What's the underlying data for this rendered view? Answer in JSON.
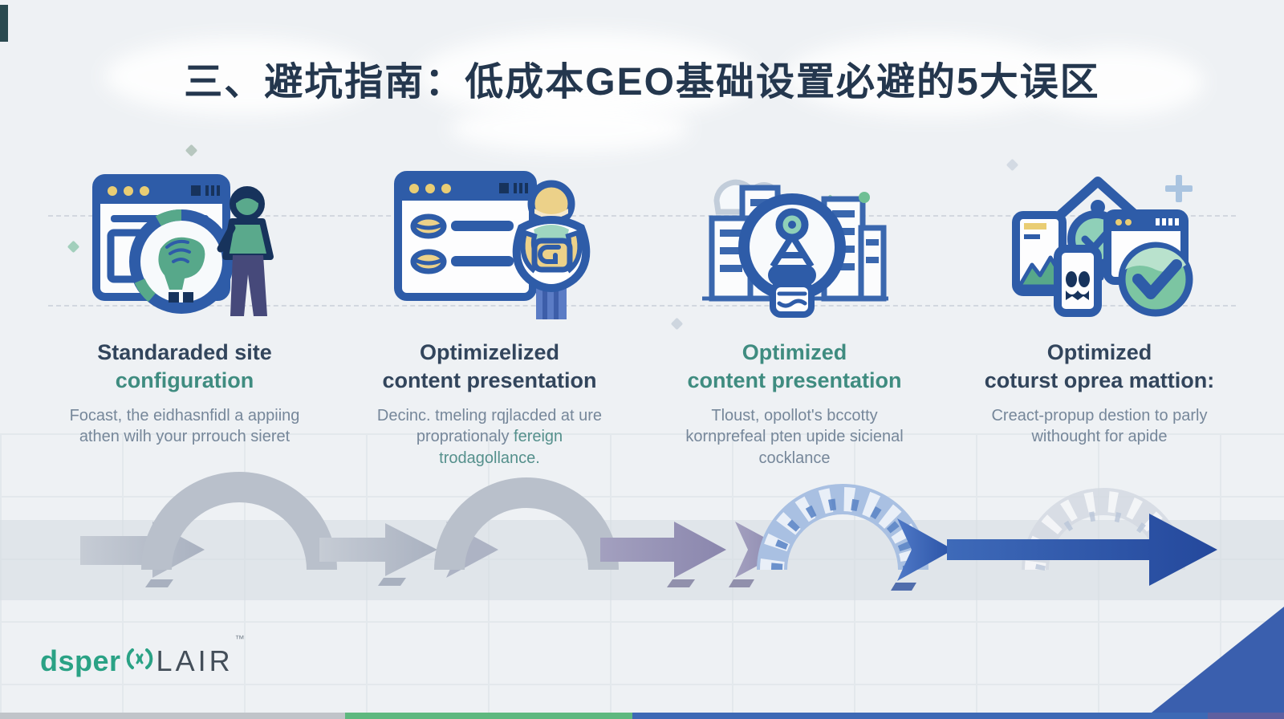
{
  "title": "三、避坑指南：低成本GEO基础设置必避的5大误区",
  "columns": [
    {
      "icon": "browser-globe-person-icon",
      "heading1": "Standaraded site",
      "heading2": "configuration",
      "body1": "Focast, the eidhasnfidl a appiing athen wilh your prrouch sieret",
      "body2": ""
    },
    {
      "icon": "browser-list-person-icon",
      "heading1": "Optimizelized",
      "heading2": "content presentation",
      "body1": "Decinc. tmeling rqjlacded at ure proprationaly ",
      "body2": "fereign trodagollance."
    },
    {
      "icon": "city-antenna-bulb-icon",
      "heading1": "Optimized",
      "heading2": "content presentation",
      "body1": "Tloust, opollot's bccotty kornprefeal pten upide sicienal cocklance",
      "body2": ""
    },
    {
      "icon": "house-devices-check-icon",
      "heading1": "Optimized",
      "heading2": "coturst oprea mattion:",
      "body1": "Creact-propup destion to parly withought for apide",
      "body2": ""
    }
  ],
  "logo": {
    "brand": "dsper",
    "suffix": "LAIR",
    "tm": "™",
    "icon": "circular-arrows-icon"
  },
  "colors": {
    "title_navy": "#24374e",
    "heading_navy": "#32455c",
    "heading_teal": "#3f8c80",
    "body_gray": "#76879a",
    "icon_blue": "#2e5ca8",
    "icon_green": "#57a88a",
    "icon_yellow": "#e9cd74",
    "arrow_gray": "#b9c0cb",
    "arrow_purple": "#8f8cb0",
    "arrow_blue": "#2f55a7",
    "bar_gray": "#c0c4c9",
    "bar_green": "#5eb87f",
    "bar_blue": "#3d69b5",
    "logo_teal": "#2aa285"
  }
}
